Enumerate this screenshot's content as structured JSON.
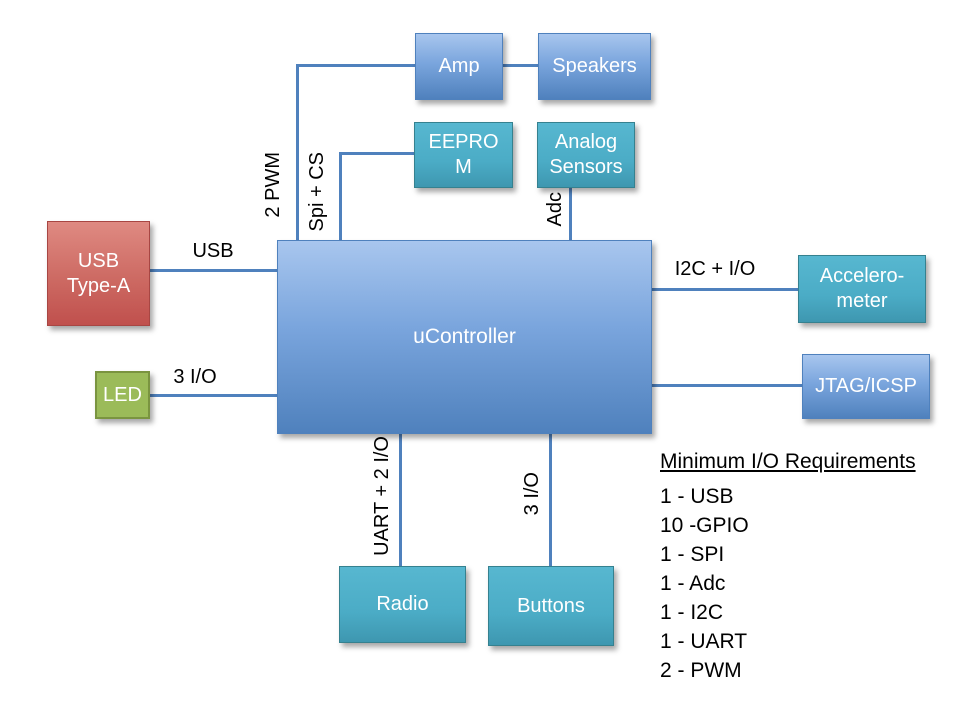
{
  "blocks": {
    "amp": {
      "label": "Amp"
    },
    "speakers": {
      "label": "Speakers"
    },
    "eeprom": {
      "label": "EEPRO\nM"
    },
    "analog_sensors": {
      "label": "Analog\nSensors"
    },
    "usb_type_a": {
      "label": "USB\nType-A"
    },
    "ucontroller": {
      "label": "uController"
    },
    "led": {
      "label": "LED"
    },
    "accelerometer": {
      "label": "Accelero-\nmeter"
    },
    "jtag": {
      "label": "JTAG/ICSP"
    },
    "radio": {
      "label": "Radio"
    },
    "buttons": {
      "label": "Buttons"
    }
  },
  "connectors": {
    "pwm": {
      "label": "2 PWM"
    },
    "spi": {
      "label": "Spi + CS"
    },
    "adc": {
      "label": "Adc"
    },
    "usb": {
      "label": "USB"
    },
    "led_io": {
      "label": "3 I/O"
    },
    "i2c": {
      "label": "I2C + I/O"
    },
    "uart": {
      "label": "UART + 2 I/O"
    },
    "buttons_io": {
      "label": "3 I/O"
    }
  },
  "notes": {
    "title": "Minimum I/O Requirements",
    "items": [
      "1 - USB",
      "10 -GPIO",
      "1 - SPI",
      "1 - Adc",
      "1 - I2C",
      "1 - UART",
      "2 - PWM"
    ]
  },
  "colors": {
    "connector": "#4f81bd",
    "blue_box": "#4f81bd",
    "teal_box": "#4bacc6",
    "red_box": "#c0504d",
    "green_box": "#9bbb59",
    "box_text": "#ffffff",
    "label_text": "#000000"
  }
}
